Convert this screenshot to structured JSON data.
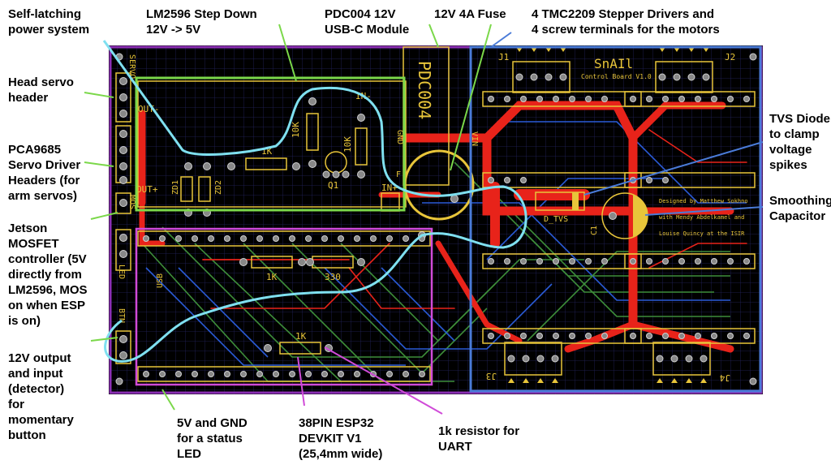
{
  "callouts": {
    "self_latching": "Self-latching\npower system",
    "lm2596": "LM2596 Step Down\n12V -> 5V",
    "pdc004": "PDC004 12V\nUSB-C Module",
    "fuse": "12V 4A Fuse",
    "tmc2209": "4 TMC2209 Stepper Drivers and\n4 screw terminals for the motors",
    "head_servo": "Head servo\nheader",
    "pca9685": "PCA9685\nServo Driver\nHeaders (for\narm servos)",
    "jetson": "Jetson\nMOSFET\ncontroller (5V\ndirectly from\nLM2596, MOS\non when ESP\nis on)",
    "output_12v": "12V output\nand input\n(detector)\nfor\nmomentary\nbutton",
    "led_5v": "5V and GND\nfor a status\nLED",
    "esp32": "38PIN ESP32\nDEVKIT V1\n(25,4mm wide)",
    "uart": "1k resistor for\nUART",
    "tvs": "TVS Diode\nto clamp\nvoltage\nspikes",
    "capacitor": "Smoothing\nCapacitor"
  },
  "silkscreen": {
    "servo": "SERVO",
    "out_minus": "OUT-",
    "out_plus": "OUT+",
    "in_minus": "IN-",
    "in_plus": "IN+",
    "gnd": "GND",
    "vin": "VIN",
    "pdc004": "PDC004",
    "r1k_a": "1K",
    "r10k_a": "10K",
    "r10k_b": "10K",
    "q1": "Q1",
    "zd1": "ZD1",
    "zd2": "ZD2",
    "r1k_b": "1K",
    "r330": "330",
    "r1k_c": "1K",
    "usb": "USB",
    "led": "LED",
    "btn": "BTN",
    "mos": "MOS",
    "j1": "J1",
    "j2": "J2",
    "j3": "J3",
    "j4": "J4",
    "title": "SnAIl",
    "subtitle": "Control Board V1.0",
    "credit1": "Designed by Matthew Sokhno",
    "credit2": "with Mendy Abdelkamel and",
    "credit3": "Louise Quincy at the ISIR",
    "d_tvs": "D_TVS",
    "c1": "C1",
    "f": "F"
  },
  "colors": {
    "board": "#000000",
    "grid": "#1a1a4a",
    "copper_top": "#e8231a",
    "silk": "#e8c53a",
    "trace_green": "#3e8e3a",
    "trace_blue": "#2a5bd7",
    "outline_purple": "#8b2fb5",
    "box_green": "#7bd84a",
    "box_magenta": "#d04bd8",
    "box_blue": "#4a7bd8",
    "cyan_loop": "#7fe0f0"
  }
}
